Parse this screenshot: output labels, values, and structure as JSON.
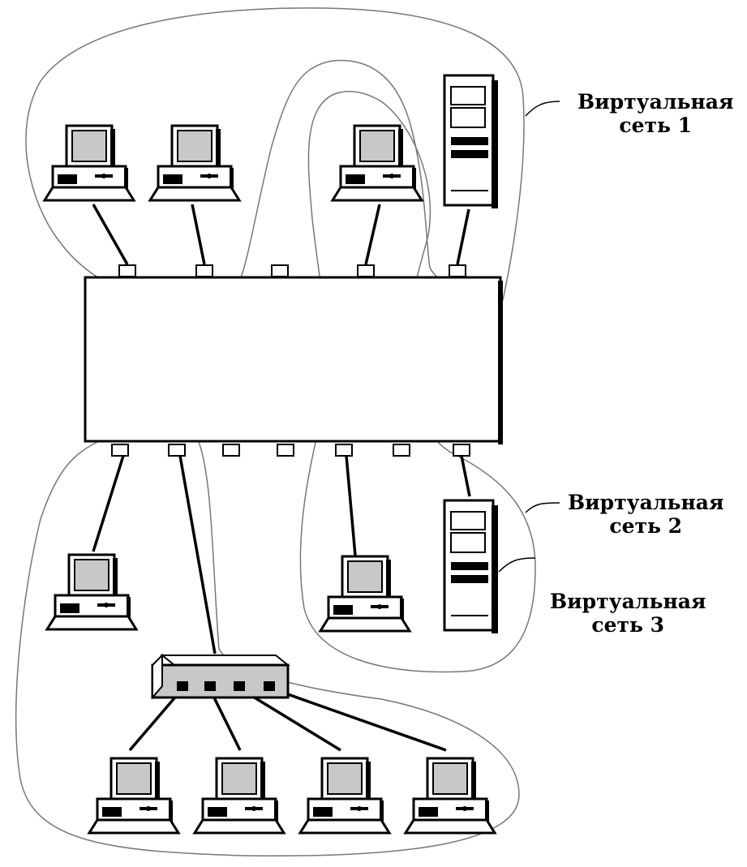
{
  "vlans": [
    {
      "line1": "Виртуальная",
      "line2": "сеть 1"
    },
    {
      "line1": "Виртуальная",
      "line2": "сеть 2"
    },
    {
      "line1": "Виртуальная",
      "line2": "сеть 3"
    }
  ],
  "colors": {
    "line": "#000000",
    "screen": "#c8c8c8",
    "boundary": "#777777",
    "background": "#ffffff"
  }
}
